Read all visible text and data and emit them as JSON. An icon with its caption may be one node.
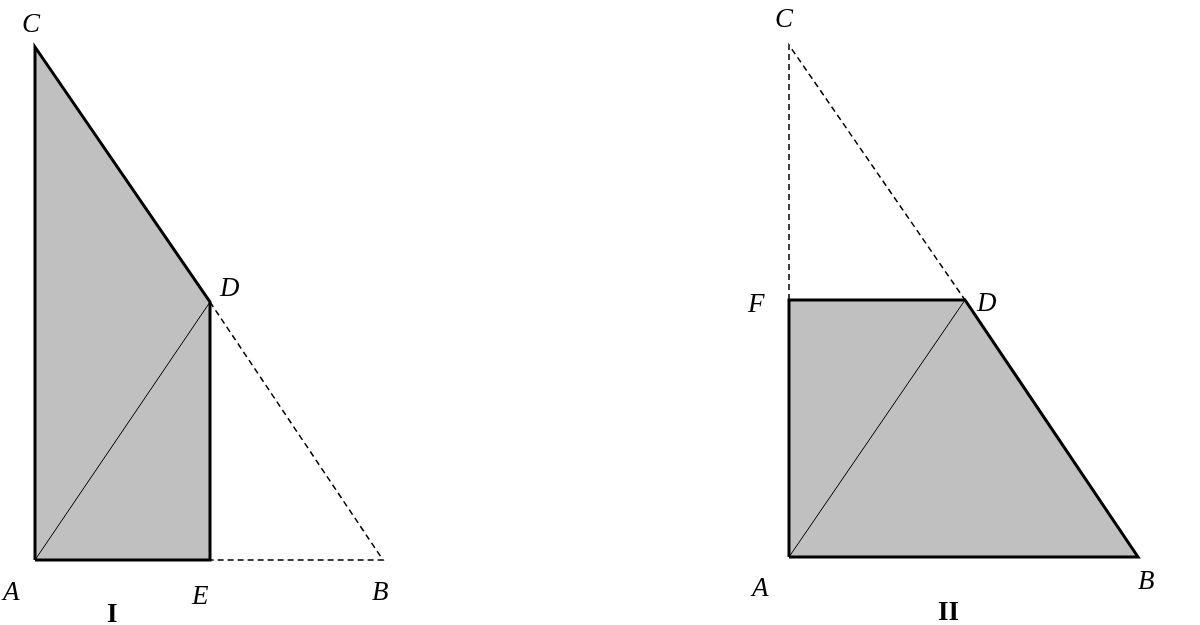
{
  "diagram": {
    "labels": [
      "C",
      "D",
      "A",
      "E",
      "B",
      "I",
      "C",
      "F",
      "D",
      "A",
      "B",
      "II"
    ]
  }
}
